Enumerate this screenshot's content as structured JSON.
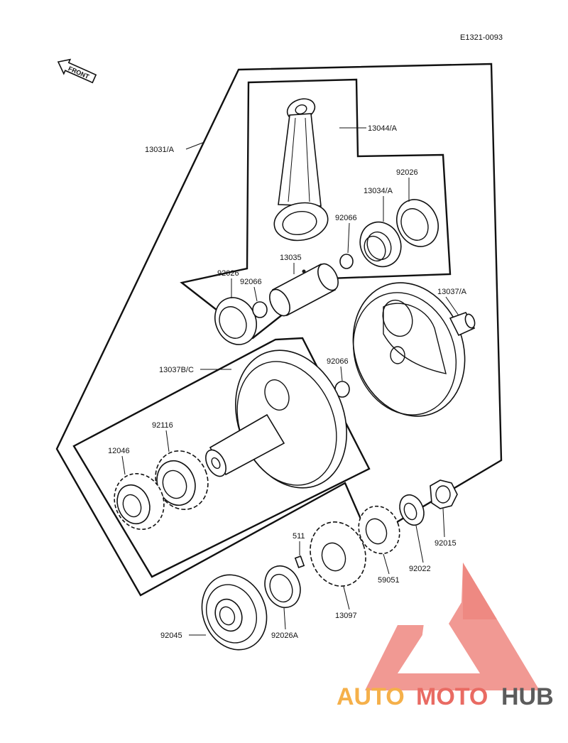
{
  "ref_code": "E1321-0093",
  "front_label": "FRONT",
  "labels": {
    "crank_assy": "13031/A",
    "con_rod": "13044/A",
    "bearing_top": "13034/A",
    "washer_top": "92026",
    "pin_small_top": "92066",
    "crank_pin": "13035",
    "washer_left": "92026",
    "pin_small_left": "92066",
    "flywheel_right": "13037/A",
    "flywheel_left": "13037B/C",
    "pin_small_mid": "92066",
    "sprocket_left": "92116",
    "gear_left": "12046",
    "key": "511",
    "gear_small": "59051",
    "washer_small": "92022",
    "nut": "92015",
    "gear_large": "13097",
    "ball_bearing": "92045",
    "oil_seal": "92026A"
  },
  "watermark": {
    "part1": "AUTO",
    "part2": "MOTO",
    "part3": "HUB",
    "colors": {
      "orange": "#f5b04a",
      "red": "#e96b63",
      "gray": "#5c5c5c",
      "triangle": "#ec7a72"
    }
  }
}
